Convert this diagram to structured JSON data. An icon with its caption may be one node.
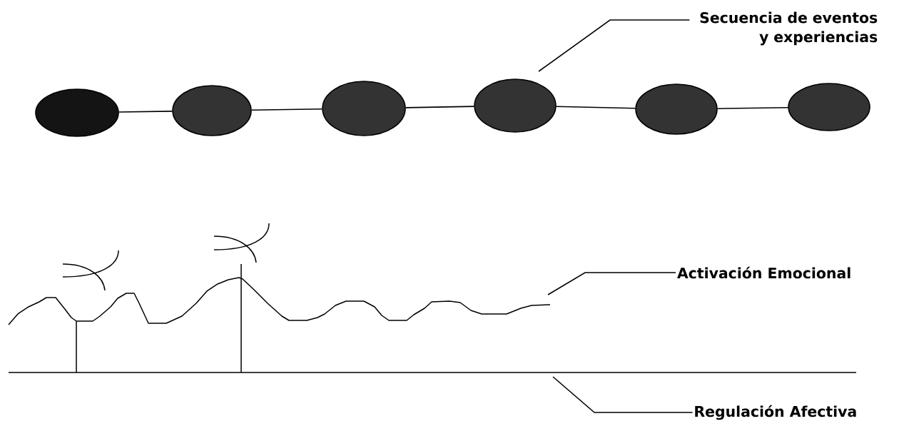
{
  "diagram": {
    "nodes": [
      {
        "text": [],
        "shape": "ellipse"
      },
      {
        "text": [],
        "shape": "ellipse"
      },
      {
        "text": [],
        "shape": "ellipse"
      },
      {
        "text": [],
        "shape": "ellipse"
      },
      {
        "text": [],
        "shape": "ellipse"
      },
      {
        "text": [],
        "shape": "ellipse"
      },
      {
        "text": [
          "Secuencia de eventos y experiencias"
        ]
      },
      {
        "text": [
          "Activación Emocional"
        ]
      },
      {
        "text": [
          "Regulación Afectiva"
        ]
      }
    ],
    "edges": [
      {
        "from": 0,
        "to": 1,
        "arrow": "none"
      },
      {
        "from": 1,
        "to": 2,
        "arrow": "none"
      },
      {
        "from": 2,
        "to": 3,
        "arrow": "none"
      },
      {
        "from": 3,
        "to": 4,
        "arrow": "none"
      },
      {
        "from": 4,
        "to": 5,
        "arrow": "none"
      },
      {
        "from": 6,
        "to": null,
        "arrow": "none"
      },
      {
        "from": 7,
        "to": null,
        "arrow": "none"
      },
      {
        "from": 8,
        "to": null,
        "arrow": "none"
      }
    ]
  }
}
